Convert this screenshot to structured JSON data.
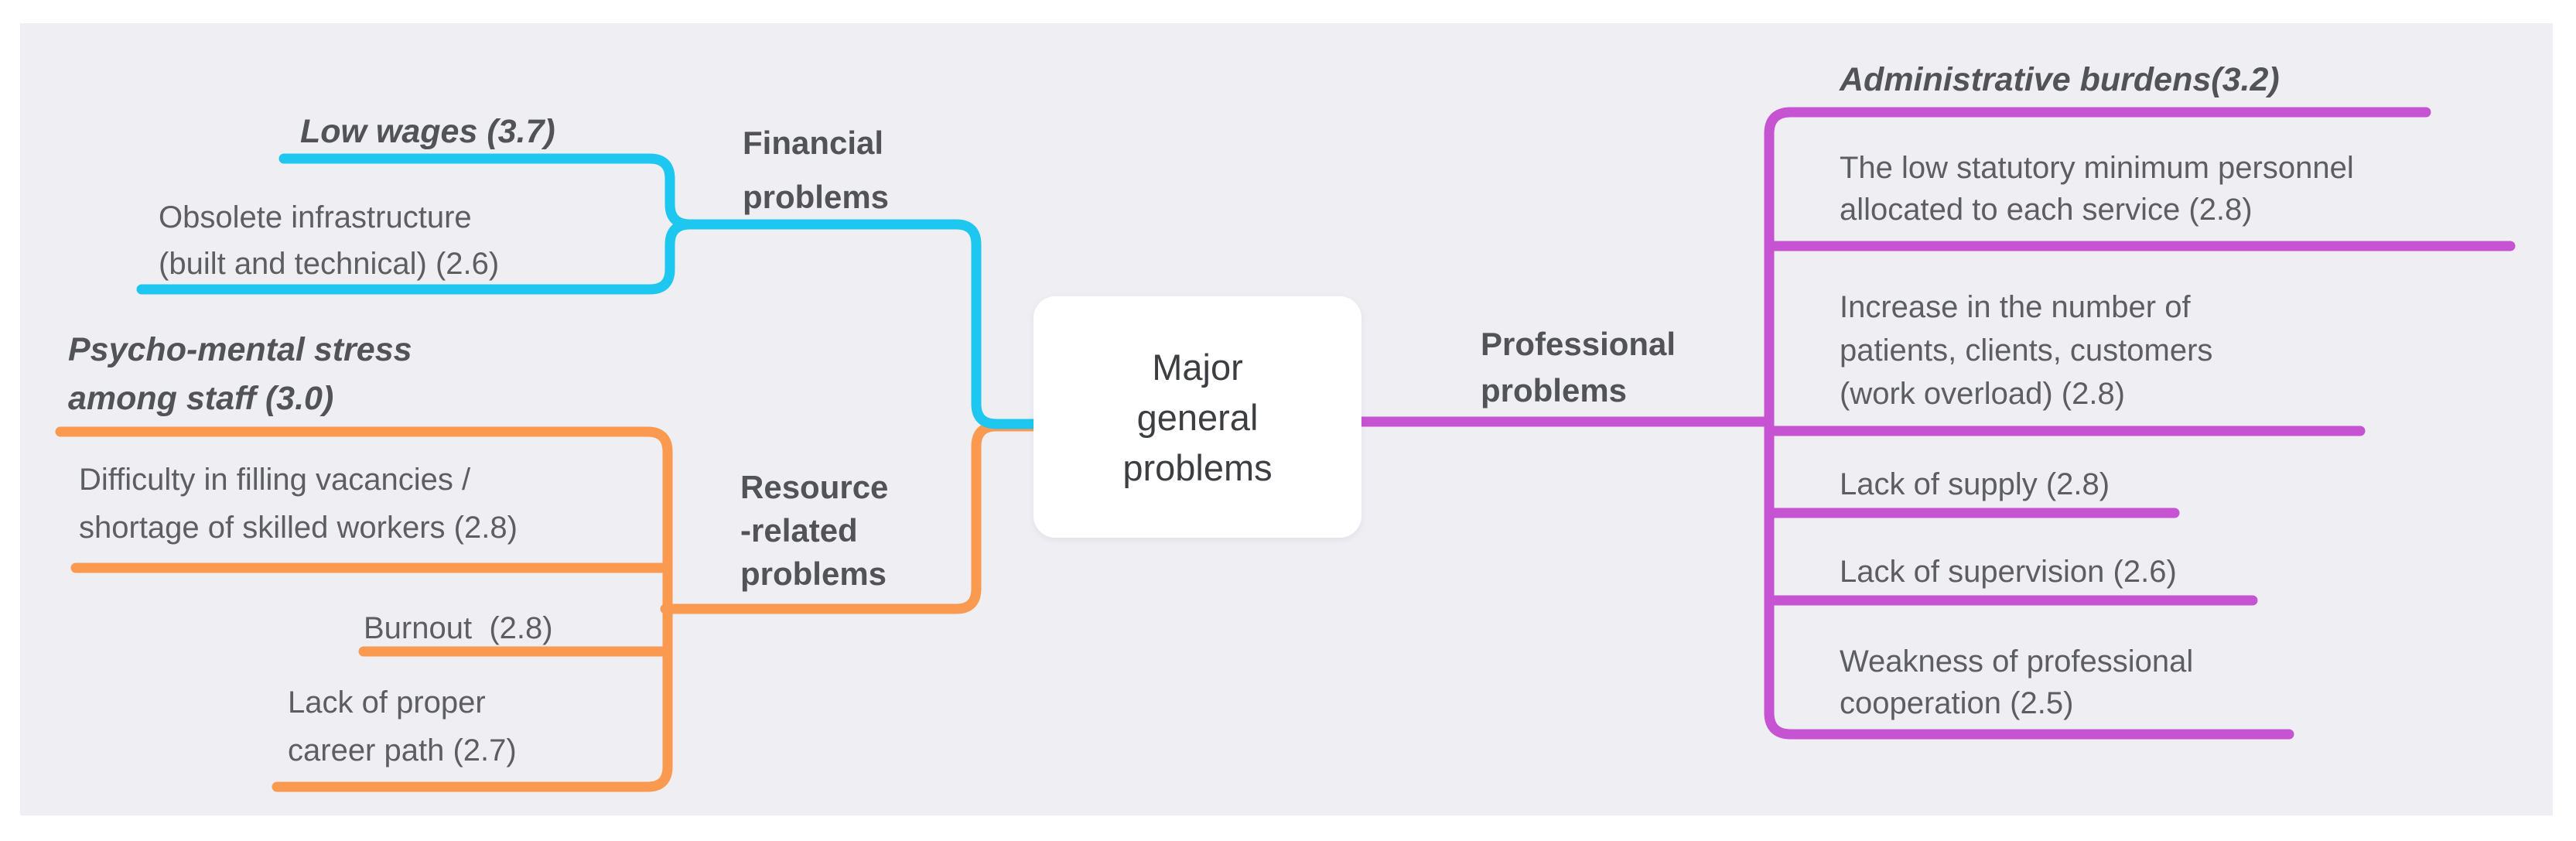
{
  "colors": {
    "financial_branch": "#1ec7f0",
    "resource_branch": "#fa9a50",
    "professional_branch": "#c653d2",
    "canvas_background": "#efeef3",
    "text": "#5c5e62"
  },
  "center": {
    "label": "Major\ngeneral\nproblems"
  },
  "financial": {
    "label": "Financial\nproblems",
    "heading": "Low wages (3.7)",
    "items": [
      "Obsolete infrastructure\n(built and technical) (2.6)"
    ]
  },
  "resource": {
    "label": "Resource\n-related\nproblems",
    "heading": "Psycho-mental stress\namong staff (3.0)",
    "items": [
      "Difficulty in filling vacancies /\nshortage of skilled workers (2.8)",
      "Burnout  (2.8)",
      "Lack of proper\ncareer path (2.7)"
    ]
  },
  "professional": {
    "label": "Professional\nproblems",
    "heading": "Administrative burdens(3.2)",
    "items": [
      "The low statutory minimum personnel\nallocated to each service (2.8)",
      "Increase in the number of\npatients, clients, customers\n(work overload) (2.8)",
      "Lack of supply (2.8)",
      "Lack of supervision (2.6)",
      "Weakness of professional\ncooperation (2.5)"
    ]
  }
}
